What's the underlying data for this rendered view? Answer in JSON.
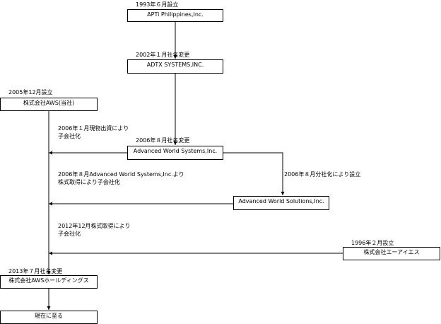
{
  "entities": {
    "apti": {
      "name": "APTi Philippines,Inc.",
      "note": "1993年６月設立"
    },
    "adtx": {
      "name": "ADTX SYSTEMS,INC.",
      "note": "2002年１月社名変更"
    },
    "aws_corp": {
      "name": "株式会社AWS(当社)",
      "note": "2005年12月設立"
    },
    "aws_systems": {
      "name": "Advanced World Systems,Inc.",
      "note": "2006年８月社名変更"
    },
    "aws_solutions": {
      "name": "Advanced World Solutions,Inc."
    },
    "a_i_s": {
      "name": "株式会社エーアイエス",
      "note": "1996年２月設立"
    },
    "aws_holdings": {
      "name": "株式会社AWSホールディングス",
      "note": "2013年７月社名変更"
    },
    "present": {
      "name": "現在に至る"
    }
  },
  "events": {
    "e1": {
      "line1": "2006年１月現物出資により",
      "line2": "子会社化"
    },
    "e2": {
      "line1": "2006年８月Advanced World Systems,Inc.より",
      "line2": "株式取得により子会社化"
    },
    "e3": {
      "line1": "2006年８月分社化により設立"
    },
    "e4": {
      "line1": "2012年12月株式取得により",
      "line2": "子会社化"
    }
  }
}
